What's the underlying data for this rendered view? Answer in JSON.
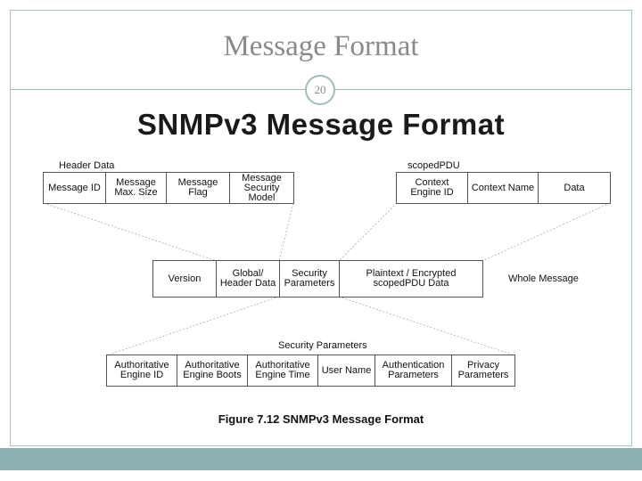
{
  "slide": {
    "title": "Message Format",
    "page_number": "20",
    "heading": "SNMPv3 Message Format",
    "caption": "Figure 7.12  SNMPv3 Message Format"
  },
  "header_data": {
    "label": "Header Data",
    "cells": [
      "Message ID",
      "Message Max. Size",
      "Message Flag",
      "Message Security Model"
    ]
  },
  "scoped_pdu": {
    "label": "scopedPDU",
    "cells": [
      "Context Engine ID",
      "Context Name",
      "Data"
    ]
  },
  "whole_message": {
    "label": "Whole Message",
    "cells": [
      "Version",
      "Global/ Header Data",
      "Security Parameters",
      "Plaintext / Encrypted scopedPDU Data"
    ]
  },
  "security_parameters": {
    "label": "Security Parameters",
    "cells": [
      "Authoritative Engine ID",
      "Authoritative Engine Boots",
      "Authoritative Engine Time",
      "User Name",
      "Authentication Parameters",
      "Privacy Parameters"
    ]
  },
  "colors": {
    "accent": "#8fb0b0",
    "title_text": "#8a8a8a",
    "box_border": "#555555"
  }
}
